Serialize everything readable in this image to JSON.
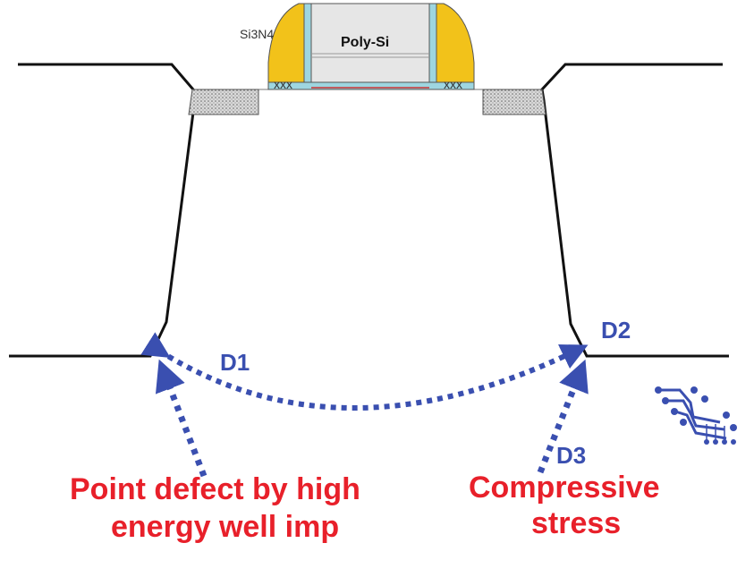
{
  "labels": {
    "nitride": "Si3N4",
    "gate": "Poly-Si",
    "d1": "D1",
    "d2": "D2",
    "d3": "D3",
    "left_caption_line1": "Point defect by high",
    "left_caption_line2": "energy well imp",
    "right_caption_line1": "Compressive",
    "right_caption_line2": "stress",
    "implant_marks": "xxx"
  },
  "colors": {
    "outline": "#111111",
    "arrow": "#3a4fb0",
    "caption": "#e8202a",
    "spacer": "#f2c21a",
    "gate": "#e6e6e6",
    "liner": "#9ed6e0",
    "stipple": "#bdbdbd"
  },
  "icons": {
    "corner_graphic": "circuit-icon"
  }
}
